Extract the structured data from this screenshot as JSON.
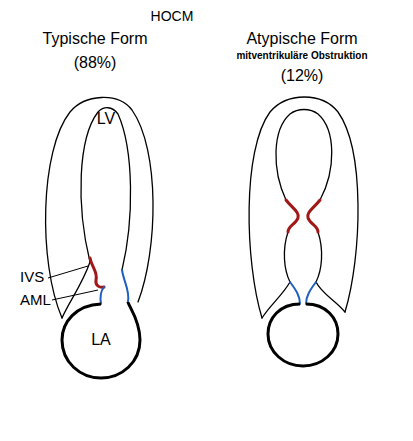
{
  "diagram": {
    "title": "HOCM",
    "labels": [
      "Typische Form",
      "(88%)",
      "Atypische Form",
      "mitventrikuläre Obstruktion",
      "(12%)",
      "LV",
      "IVS",
      "AML",
      "LA"
    ]
  }
}
